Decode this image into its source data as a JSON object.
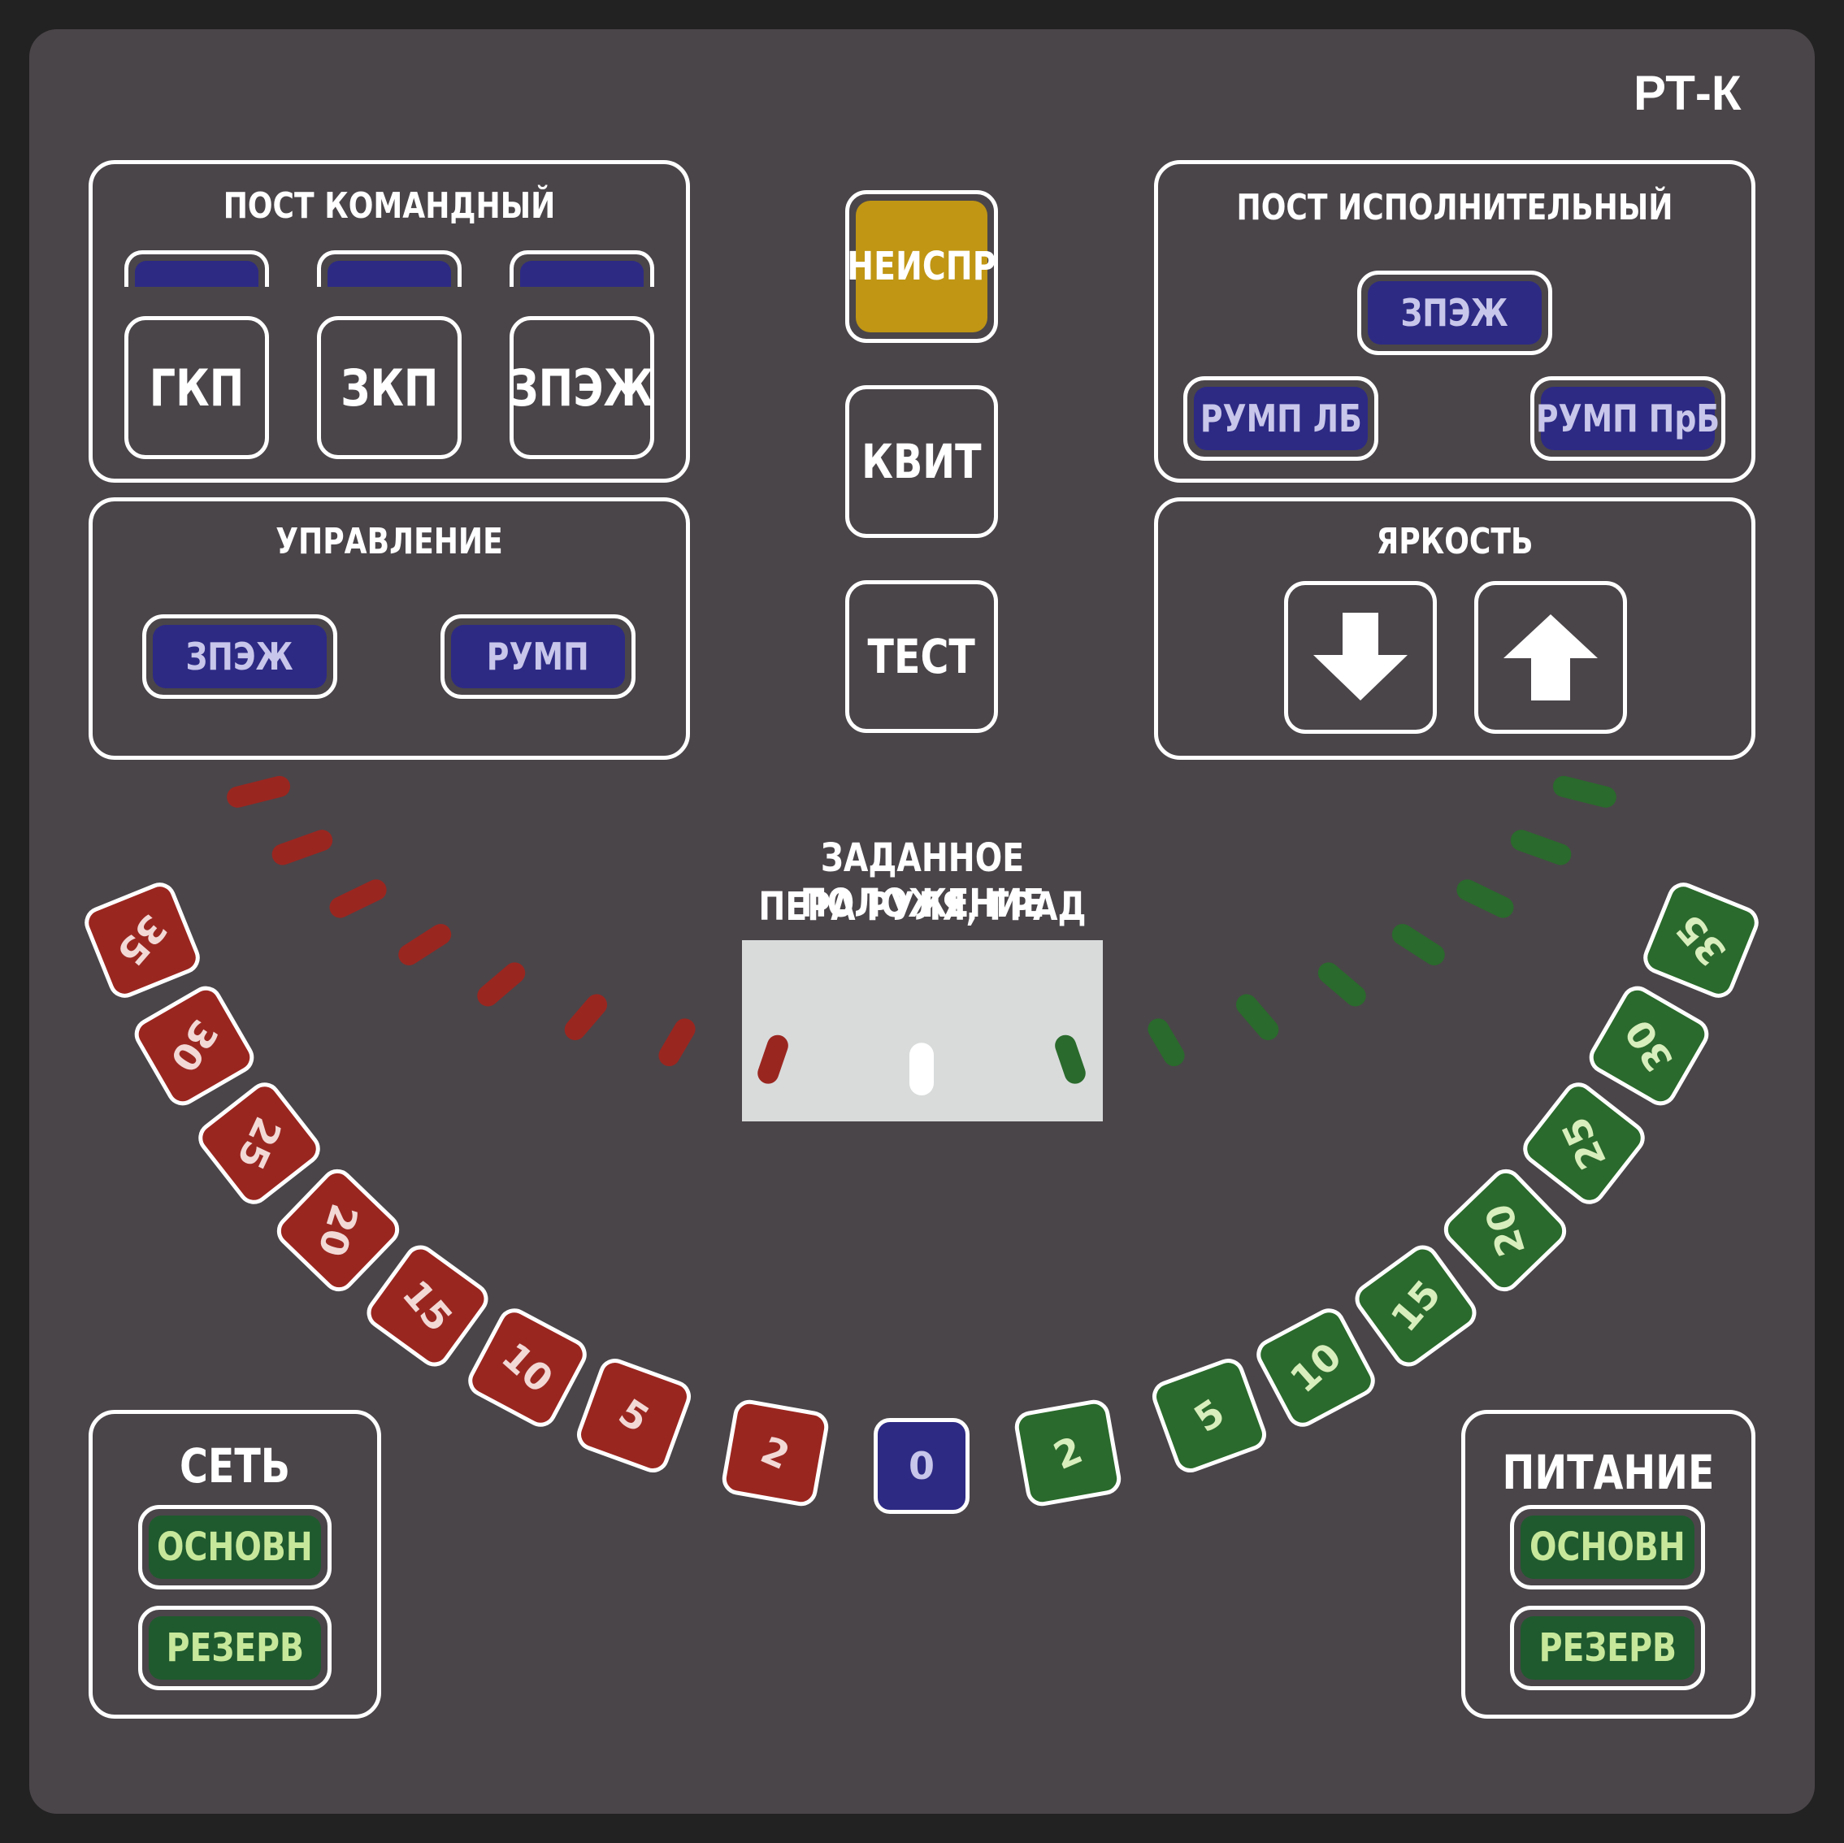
{
  "device_model": "РТ-К",
  "post_command": {
    "title": "ПОСТ КОМАНДНЫЙ",
    "buttons": [
      {
        "label": "ГКП",
        "indicator_color": "#2d2a84"
      },
      {
        "label": "ЗКП",
        "indicator_color": "#2d2a84"
      },
      {
        "label": "ЗПЭЖ",
        "indicator_color": "#2d2a84"
      }
    ]
  },
  "control": {
    "title": "УПРАВЛЕНИЕ",
    "buttons": [
      {
        "label": "ЗПЭЖ"
      },
      {
        "label": "РУМП"
      }
    ]
  },
  "center_buttons": {
    "fault": {
      "label": "НЕИСПР",
      "color": "#c09614"
    },
    "ack": {
      "label": "КВИТ"
    },
    "test": {
      "label": "ТЕСТ"
    }
  },
  "post_executive": {
    "title": "ПОСТ ИСПОЛНИТЕЛЬНЫЙ",
    "indicators": [
      {
        "label": "ЗПЭЖ"
      },
      {
        "label": "РУМП ЛБ"
      },
      {
        "label": "РУМП ПрБ"
      }
    ]
  },
  "brightness": {
    "title": "ЯРКОСТЬ",
    "down_icon": "arrow-down-icon",
    "up_icon": "arrow-up-icon"
  },
  "rudder": {
    "title_line1": "ЗАДАННОЕ ПОЛОЖЕНИЕ",
    "title_line2": "ПЕРА РУЛЯ, ГРАД",
    "display_value": "",
    "colors": {
      "port": "#9a2620",
      "starboard": "#2a6a2c",
      "center": "#2d2a84"
    },
    "port_tiles": [
      "35",
      "30",
      "25",
      "20",
      "15",
      "10",
      "5",
      "2"
    ],
    "center_tile": "0",
    "starboard_tiles": [
      "2",
      "5",
      "10",
      "15",
      "20",
      "25",
      "30",
      "35"
    ]
  },
  "network": {
    "title": "СЕТЬ",
    "buttons": [
      {
        "label": "ОСНОВН"
      },
      {
        "label": "РЕЗЕРВ"
      }
    ]
  },
  "power": {
    "title": "ПИТАНИЕ",
    "buttons": [
      {
        "label": "ОСНОВН"
      },
      {
        "label": "РЕЗЕРВ"
      }
    ]
  }
}
